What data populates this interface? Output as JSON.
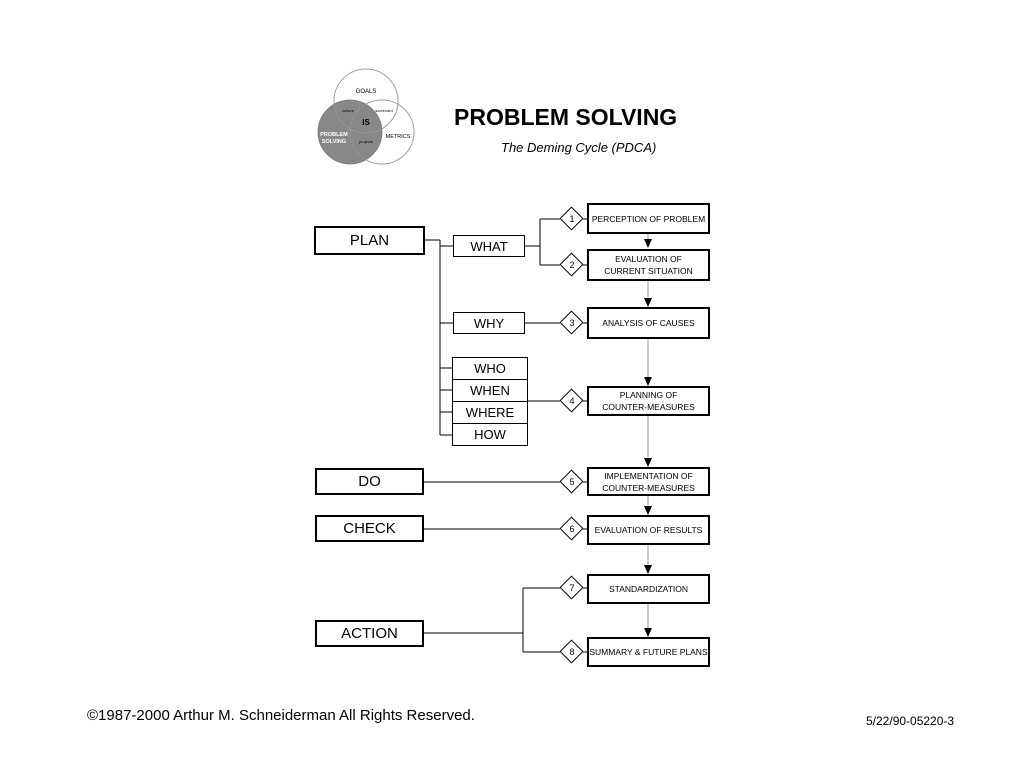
{
  "title": "PROBLEM SOLVING",
  "subtitle": "The Deming Cycle (PDCA)",
  "venn": {
    "goals": "GOALS",
    "culture": "culture",
    "scorecard": "scorecard",
    "is": "IS",
    "problem_line1": "PROBLEM",
    "problem_line2": "SOLVING",
    "projects": "projects",
    "metrics": "METRICS"
  },
  "phases": {
    "plan": "PLAN",
    "do": "DO",
    "check": "CHECK",
    "action": "ACTION"
  },
  "questions": {
    "what": "WHAT",
    "why": "WHY",
    "who": "WHO",
    "when": "WHEN",
    "where": "WHERE",
    "how": "HOW"
  },
  "steps": [
    {
      "num": "1",
      "line1": "PERCEPTION OF PROBLEM",
      "line2": ""
    },
    {
      "num": "2",
      "line1": "EVALUATION OF",
      "line2": "CURRENT SITUATION"
    },
    {
      "num": "3",
      "line1": "ANALYSIS OF CAUSES",
      "line2": ""
    },
    {
      "num": "4",
      "line1": "PLANNING OF",
      "line2": "COUNTER-MEASURES"
    },
    {
      "num": "5",
      "line1": "IMPLEMENTATION OF",
      "line2": "COUNTER-MEASURES"
    },
    {
      "num": "6",
      "line1": "EVALUATION OF RESULTS",
      "line2": ""
    },
    {
      "num": "7",
      "line1": "STANDARDIZATION",
      "line2": ""
    },
    {
      "num": "8",
      "line1": "SUMMARY & FUTURE PLANS",
      "line2": ""
    }
  ],
  "footer": {
    "copyright": "©1987-2000 Arthur M. Schneiderman  All Rights Reserved.",
    "code": "5/22/90-05220-3"
  },
  "colors": {
    "venn_fill": "#888888",
    "line": "#000000",
    "arrow_line": "#bbbbbb"
  }
}
